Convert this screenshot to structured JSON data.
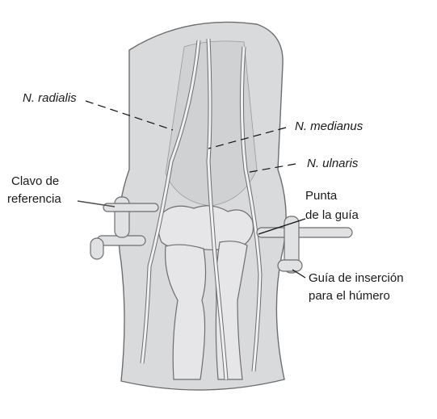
{
  "labels": {
    "radial_nerve": "N. radialis",
    "median_nerve": "N. medianus",
    "ulnar_nerve": "N. ulnaris",
    "reference_pin_line1": "Clavo de",
    "reference_pin_line2": "referencia",
    "guide_tip_line1": "Punta",
    "guide_tip_line2": "de la guía",
    "humerus_guide_line1": "Guía de inserción",
    "humerus_guide_line2": "para el húmero"
  },
  "colors": {
    "background": "#ffffff",
    "limb_fill": "#d9dadc",
    "limb_outline": "#6e6e70",
    "bone_fill": "#e6e6e8",
    "nerve_fill": "#f1f1f2",
    "device_fill": "#e0e1e3",
    "leader_line": "#111111",
    "text": "#1a1a1a"
  }
}
